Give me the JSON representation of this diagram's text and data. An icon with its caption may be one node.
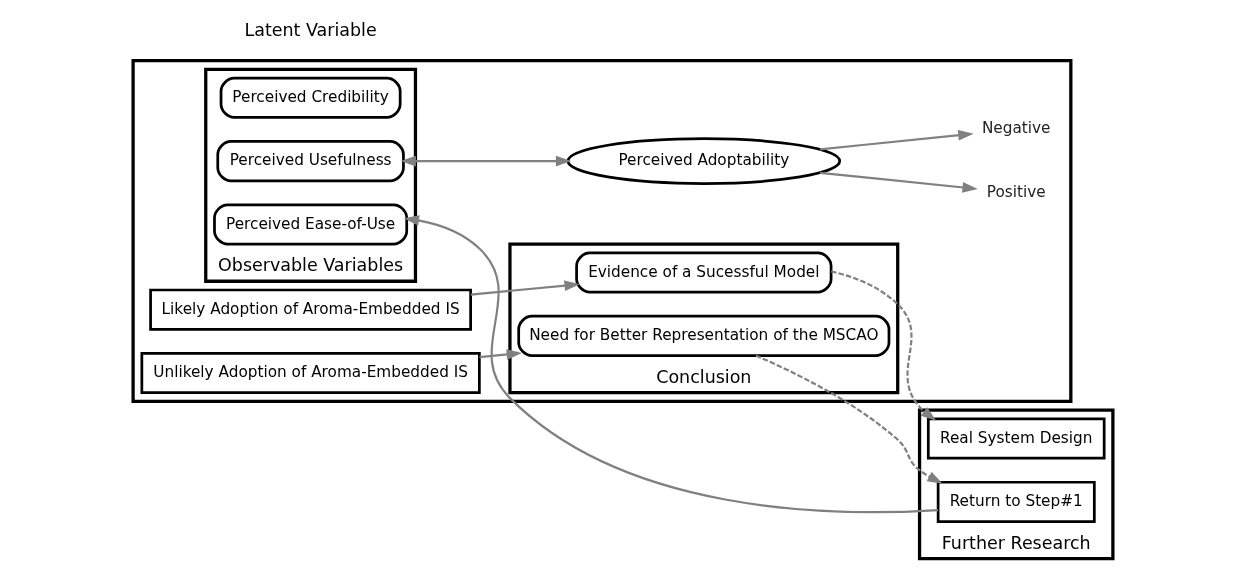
{
  "diagram": {
    "nodes": [
      {
        "text": [],
        "shape": "box"
      },
      {
        "text": [
          "Observable Variables"
        ],
        "in": 0
      },
      {
        "text": [
          "Perceived Credibility"
        ],
        "in": 1
      },
      {
        "text": [
          "Perceived Usefulness"
        ],
        "in": 1
      },
      {
        "text": [
          "Perceived Ease-of-Use"
        ],
        "in": 1
      },
      {
        "text": [
          "Likely Adoption of Aroma-Embedded IS"
        ],
        "in": 0
      },
      {
        "text": [
          "Perceived Adoptability"
        ],
        "in": 0
      },
      {
        "text": [
          "Positive"
        ],
        "in": 0
      },
      {
        "text": [
          "Negative"
        ],
        "in": 0
      },
      {
        "text": [
          "Unlikely Adoption of Aroma-Embedded IS"
        ],
        "in": 0
      },
      {
        "text": [
          "Conclusion"
        ],
        "in": 0
      },
      {
        "text": [
          "Evidence of a Sucessful Model"
        ],
        "in": 10
      },
      {
        "text": [
          "Need for Better Representation of the MSCAO"
        ],
        "in": 10
      },
      {
        "text": [
          "Further Research"
        ]
      },
      {
        "text": [
          "Real System Design"
        ],
        "in": 13
      },
      {
        "text": [
          "Return to Step#1"
        ],
        "in": 13
      }
    ],
    "edges": [
      {
        "from": 3,
        "to": 6,
        "arrow": "both"
      },
      {
        "from": 6,
        "to": 7,
        "arrow": "to"
      },
      {
        "from": 6,
        "to": 8,
        "arrow": "to"
      },
      {
        "from": 5,
        "to": 11,
        "arrow": "to"
      },
      {
        "from": 9,
        "to": 12,
        "arrow": "to"
      },
      {
        "from": 11,
        "to": 14,
        "arrow": "to",
        "style": "dashed"
      },
      {
        "from": 12,
        "to": 15,
        "arrow": "to",
        "style": "dashed"
      },
      {
        "from": 15,
        "to": 4,
        "arrow": "to"
      }
    ],
    "labels": [
      "Latent Variable"
    ]
  }
}
